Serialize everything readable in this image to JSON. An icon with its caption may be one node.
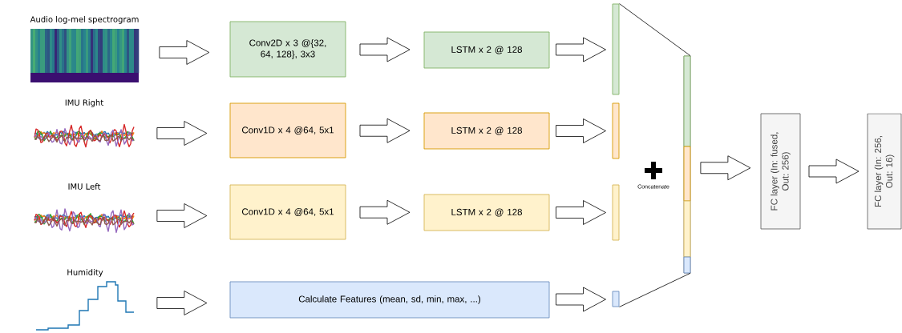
{
  "diagram": {
    "nodes": [
      {
        "text": [
          "Audio log-mel spectrogram"
        ]
      },
      {
        "text": [
          "IMU Right"
        ]
      },
      {
        "text": [
          "IMU Left"
        ]
      },
      {
        "text": [
          "Humidity"
        ]
      },
      {
        "text": [
          "Conv2D x 3 @{32, 64, 128}, 3x3"
        ]
      },
      {
        "text": [
          "LSTM x 2 @ 128"
        ]
      },
      {
        "text": [
          "Conv1D x 4 @64, 5x1"
        ]
      },
      {
        "text": [
          "LSTM x 2 @ 128"
        ]
      },
      {
        "text": [
          "Conv1D x 4 @64, 5x1"
        ]
      },
      {
        "text": [
          "LSTM x 2 @ 128"
        ]
      },
      {
        "text": [
          "Calculate Features (mean, sd, min, max, ...)"
        ]
      },
      {
        "text": [],
        "shape": "bar"
      },
      {
        "text": [],
        "shape": "bar"
      },
      {
        "text": [],
        "shape": "bar"
      },
      {
        "text": [],
        "shape": "bar"
      },
      {
        "text": [],
        "shape": "bar"
      },
      {
        "text": [],
        "shape": "bar",
        "in": 15
      },
      {
        "text": [],
        "shape": "bar",
        "in": 15
      },
      {
        "text": [],
        "shape": "bar",
        "in": 15
      },
      {
        "text": [],
        "shape": "bar",
        "in": 15
      },
      {
        "text": [
          "FC layer (In: fused, Out: 256)"
        ]
      },
      {
        "text": [
          "FC layer (In: 256, Out: 16)"
        ]
      }
    ],
    "edges": [
      {
        "from": 0,
        "to": 4,
        "arrow": "to"
      },
      {
        "from": 4,
        "to": 5,
        "arrow": "to"
      },
      {
        "from": 5,
        "to": 11,
        "arrow": "to"
      },
      {
        "from": 1,
        "to": 6,
        "arrow": "to"
      },
      {
        "from": 6,
        "to": 7,
        "arrow": "to"
      },
      {
        "from": 7,
        "to": 12,
        "arrow": "to"
      },
      {
        "from": 2,
        "to": 8,
        "arrow": "to"
      },
      {
        "from": 8,
        "to": 9,
        "arrow": "to"
      },
      {
        "from": 9,
        "to": 13,
        "arrow": "to"
      },
      {
        "from": 3,
        "to": 10,
        "arrow": "to"
      },
      {
        "from": 10,
        "to": 14,
        "arrow": "to"
      },
      {
        "from": 11,
        "to": 15,
        "arrow": "none"
      },
      {
        "from": 14,
        "to": 15,
        "arrow": "none"
      },
      {
        "from": 15,
        "to": 20,
        "arrow": "to"
      },
      {
        "from": 20,
        "to": 21,
        "arrow": "to"
      }
    ],
    "labels": [
      "Concatenate"
    ]
  }
}
